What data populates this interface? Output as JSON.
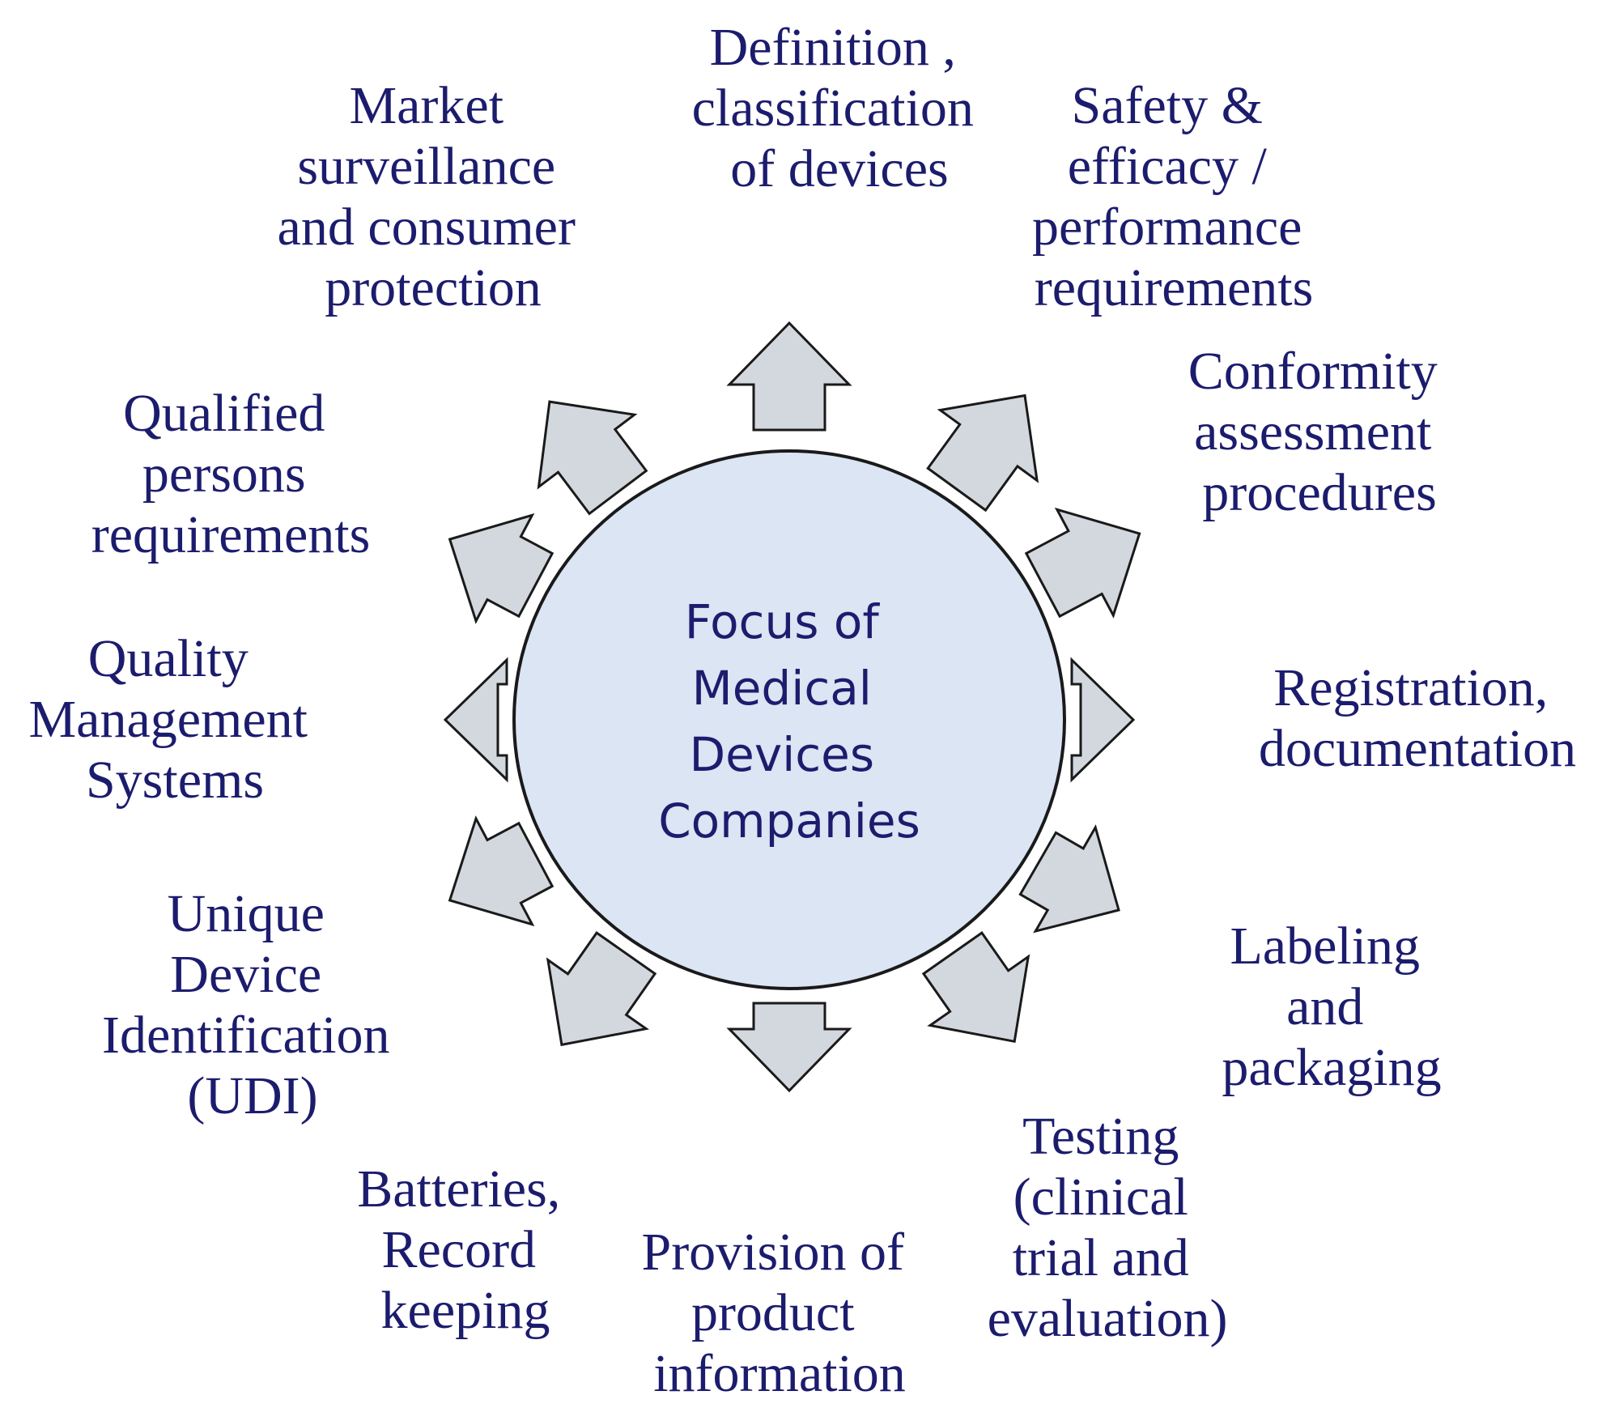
{
  "colors": {
    "text": "#1c1c6e",
    "hub_fill": "#dbe5f3",
    "arrow_fill": "#d3d8de",
    "outline": "#1a1a1a"
  },
  "hub": {
    "lines": [
      "Focus of",
      "Medical",
      "Devices",
      "Companies"
    ]
  },
  "topics": [
    {
      "id": "definition",
      "lines": [
        "Definition ,",
        "classification",
        "of devices"
      ]
    },
    {
      "id": "safety",
      "lines": [
        "Safety &",
        "efficacy /",
        "performance",
        "requirements"
      ]
    },
    {
      "id": "conformity",
      "lines": [
        "Conformity",
        "assessment",
        "procedures"
      ]
    },
    {
      "id": "registration",
      "lines": [
        "Registration,",
        "documentation"
      ]
    },
    {
      "id": "labeling",
      "lines": [
        "Labeling",
        "and",
        "packaging"
      ]
    },
    {
      "id": "testing",
      "lines": [
        "Testing",
        "(clinical",
        "trial and",
        "evaluation)"
      ]
    },
    {
      "id": "provision",
      "lines": [
        "Provision of",
        "product",
        "information"
      ]
    },
    {
      "id": "batteries",
      "lines": [
        "Batteries,",
        "Record",
        "keeping"
      ]
    },
    {
      "id": "udi",
      "lines": [
        "Unique",
        "Device",
        "Identification",
        "(UDI)"
      ]
    },
    {
      "id": "qms",
      "lines": [
        "Quality",
        "Management",
        "Systems"
      ]
    },
    {
      "id": "qualified",
      "lines": [
        "Qualified",
        "persons",
        "requirements"
      ]
    },
    {
      "id": "market",
      "lines": [
        "Market",
        "surveillance",
        "and consumer",
        "protection"
      ]
    }
  ],
  "arrows": [
    {
      "id": "definition",
      "icon": "arrow-up-icon"
    },
    {
      "id": "safety",
      "icon": "arrow-up-right-icon"
    },
    {
      "id": "conformity",
      "icon": "arrow-right-up-icon"
    },
    {
      "id": "registration",
      "icon": "arrow-right-icon"
    },
    {
      "id": "labeling",
      "icon": "arrow-right-down-icon"
    },
    {
      "id": "testing",
      "icon": "arrow-down-right-icon"
    },
    {
      "id": "provision",
      "icon": "arrow-down-icon"
    },
    {
      "id": "batteries",
      "icon": "arrow-down-left-icon"
    },
    {
      "id": "udi",
      "icon": "arrow-left-down-icon"
    },
    {
      "id": "qms",
      "icon": "arrow-left-icon"
    },
    {
      "id": "qualified",
      "icon": "arrow-left-up-icon"
    },
    {
      "id": "market",
      "icon": "arrow-up-left-icon"
    }
  ]
}
